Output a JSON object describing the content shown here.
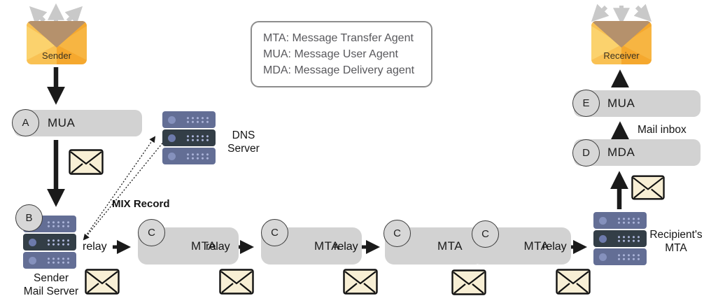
{
  "legend": {
    "line1": "MTA: Message Transfer Agent",
    "line2": "MUA: Message User Agent",
    "line3": "MDA: Message Delivery agent"
  },
  "endpoints": {
    "sender_label": "Sender",
    "receiver_label": "Receiver"
  },
  "nodes": {
    "mua_a": {
      "badge": "A",
      "label": "MUA"
    },
    "sender_mail_server": {
      "badge": "B",
      "label_line1": "Sender",
      "label_line2": "Mail Server"
    },
    "dns_server": {
      "label_line1": "DNS",
      "label_line2": "Server"
    },
    "mta1": {
      "badge": "C",
      "label": "MTA"
    },
    "mta2": {
      "badge": "C",
      "label": "MTA"
    },
    "mta3": {
      "badge": "C",
      "label": "MTA"
    },
    "mta4": {
      "badge": "C",
      "label": "MTA"
    },
    "recipient_mta": {
      "label_line1": "Recipient's",
      "label_line2": "MTA"
    },
    "mda_d": {
      "badge": "D",
      "label": "MDA"
    },
    "mua_e": {
      "badge": "E",
      "label": "MUA"
    }
  },
  "annotations": {
    "mix_record": "MIX Record",
    "mail_inbox": "Mail inbox",
    "relay": "relay"
  },
  "colors": {
    "box_gray": "#d2d2d2",
    "badge_fill": "#d7d7d7",
    "badge_border": "#3c3c3c",
    "server_bar": "#636e95",
    "server_bar_dark": "#333e47",
    "envelope_cream": "#f8efd5",
    "envelope_orange": "#f5a82e",
    "arrow_black": "#1a1a1a",
    "arrow_gray": "#c9c9c9"
  }
}
